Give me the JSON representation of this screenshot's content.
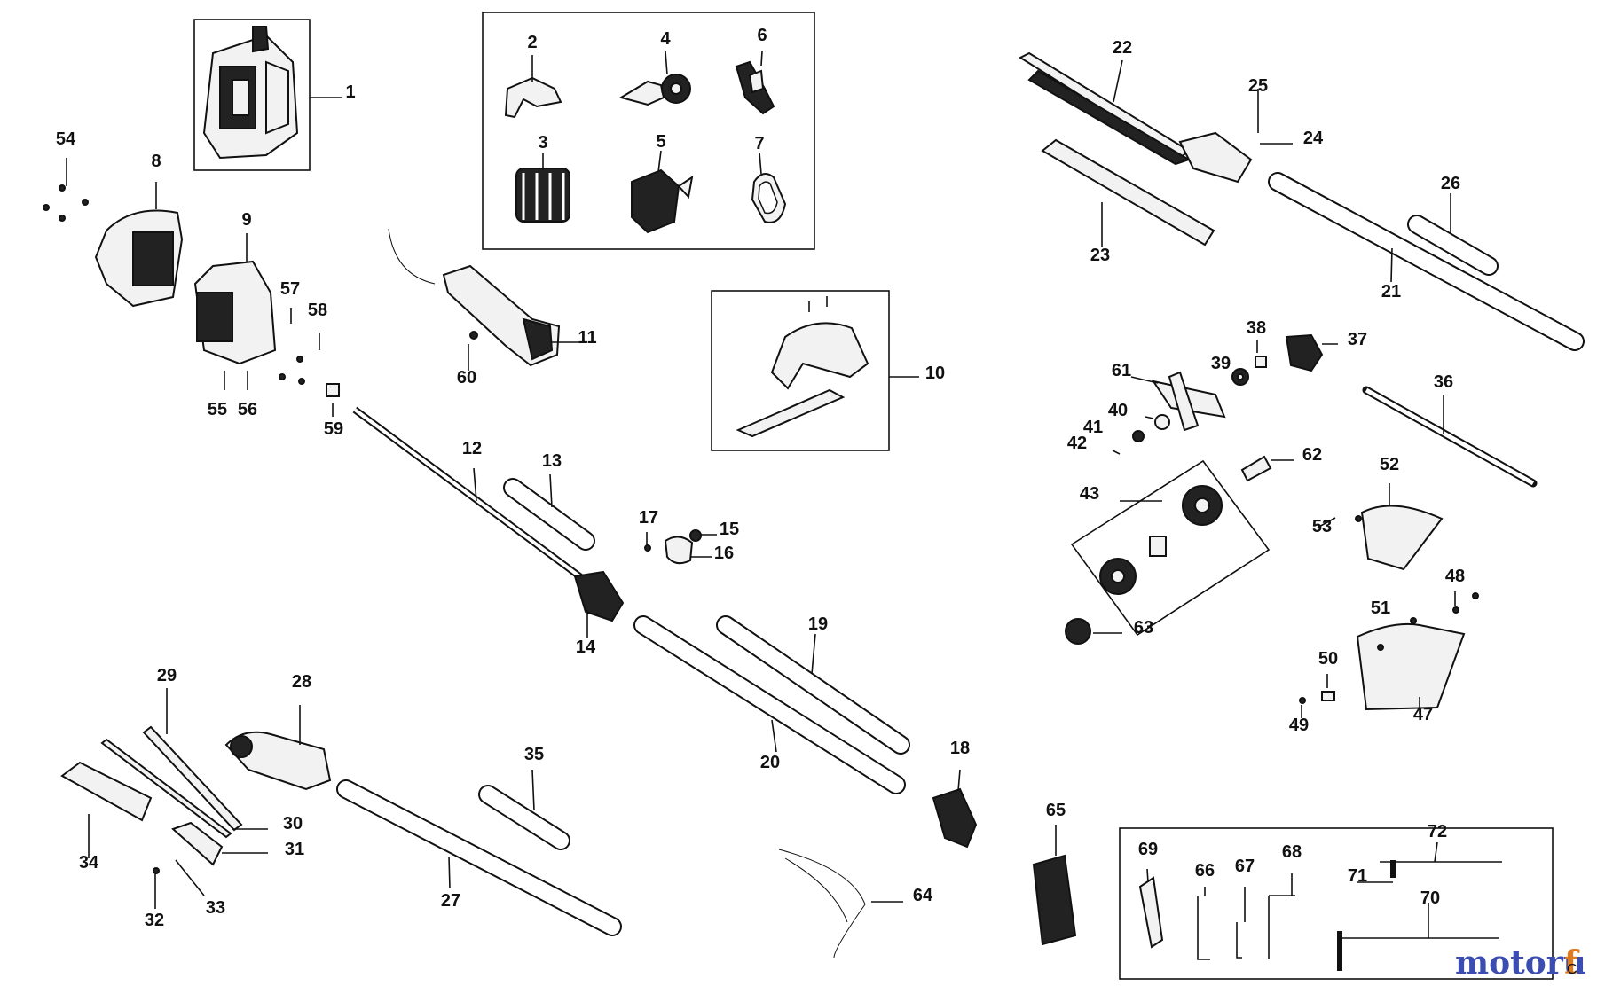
{
  "diagram": {
    "labels": [
      "1",
      "2",
      "3",
      "4",
      "5",
      "6",
      "7",
      "8",
      "9",
      "10",
      "11",
      "12",
      "13",
      "14",
      "15",
      "16",
      "17",
      "18",
      "19",
      "20",
      "21",
      "22",
      "23",
      "24",
      "25",
      "26",
      "27",
      "28",
      "29",
      "30",
      "31",
      "32",
      "33",
      "34",
      "35",
      "36",
      "37",
      "38",
      "39",
      "40",
      "41",
      "42",
      "43",
      "47",
      "48",
      "49",
      "50",
      "51",
      "52",
      "53",
      "54",
      "55",
      "56",
      "57",
      "58",
      "59",
      "60",
      "61",
      "62",
      "63",
      "64",
      "65",
      "66",
      "67",
      "68",
      "69",
      "70",
      "71",
      "72"
    ]
  },
  "watermark": {
    "text_blue": "motoru",
    "text_orange": "f",
    "tail": "C"
  },
  "colors": {
    "ink": "#111111",
    "background": "#ffffff",
    "watermark_blue": "#3b4db0",
    "watermark_orange": "#e07a1c"
  }
}
